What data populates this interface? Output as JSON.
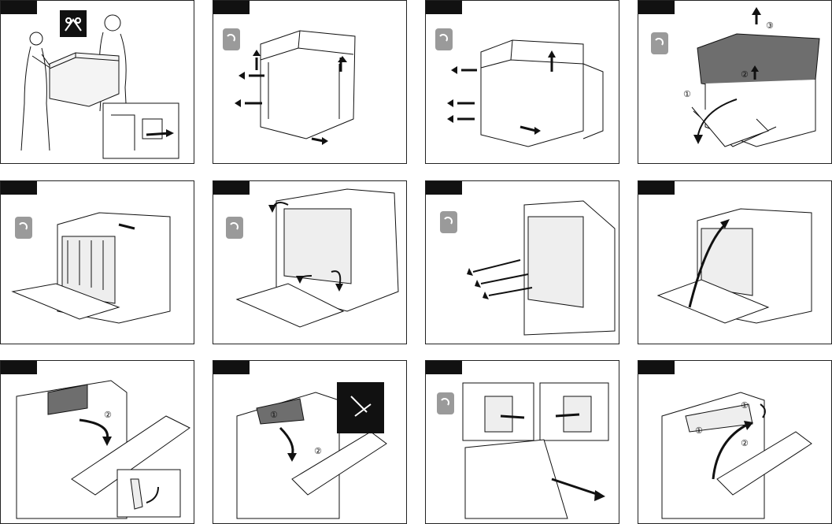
{
  "page": {
    "title": ""
  },
  "panels": [
    {
      "id": 1,
      "scene": "lift-printer",
      "icon": "two-person-lift-icon",
      "callouts": []
    },
    {
      "id": 2,
      "scene": "remove-tape",
      "icon": "recycle-icon",
      "callouts": []
    },
    {
      "id": 3,
      "scene": "remove-tape",
      "icon": "recycle-icon",
      "callouts": []
    },
    {
      "id": 4,
      "scene": "remove-bag",
      "icon": "recycle-icon",
      "callouts": [
        "①",
        "②",
        "③"
      ]
    },
    {
      "id": 5,
      "scene": "front-tapes",
      "icon": "recycle-icon",
      "callouts": []
    },
    {
      "id": 6,
      "scene": "inner-tapes",
      "icon": "recycle-icon",
      "callouts": []
    },
    {
      "id": 7,
      "scene": "pull-tapes",
      "icon": "recycle-icon",
      "callouts": []
    },
    {
      "id": 8,
      "scene": "close-door",
      "icon": "",
      "callouts": []
    },
    {
      "id": 9,
      "scene": "open-unit",
      "icon": "",
      "callouts": [
        "②"
      ]
    },
    {
      "id": 10,
      "scene": "lift-unit",
      "icon": "",
      "callouts": [
        "①",
        "②"
      ]
    },
    {
      "id": 11,
      "scene": "remove-holders",
      "icon": "recycle-icon",
      "callouts": []
    },
    {
      "id": 12,
      "scene": "close-unit",
      "icon": "",
      "callouts": [
        "①",
        "①",
        "②"
      ]
    }
  ]
}
